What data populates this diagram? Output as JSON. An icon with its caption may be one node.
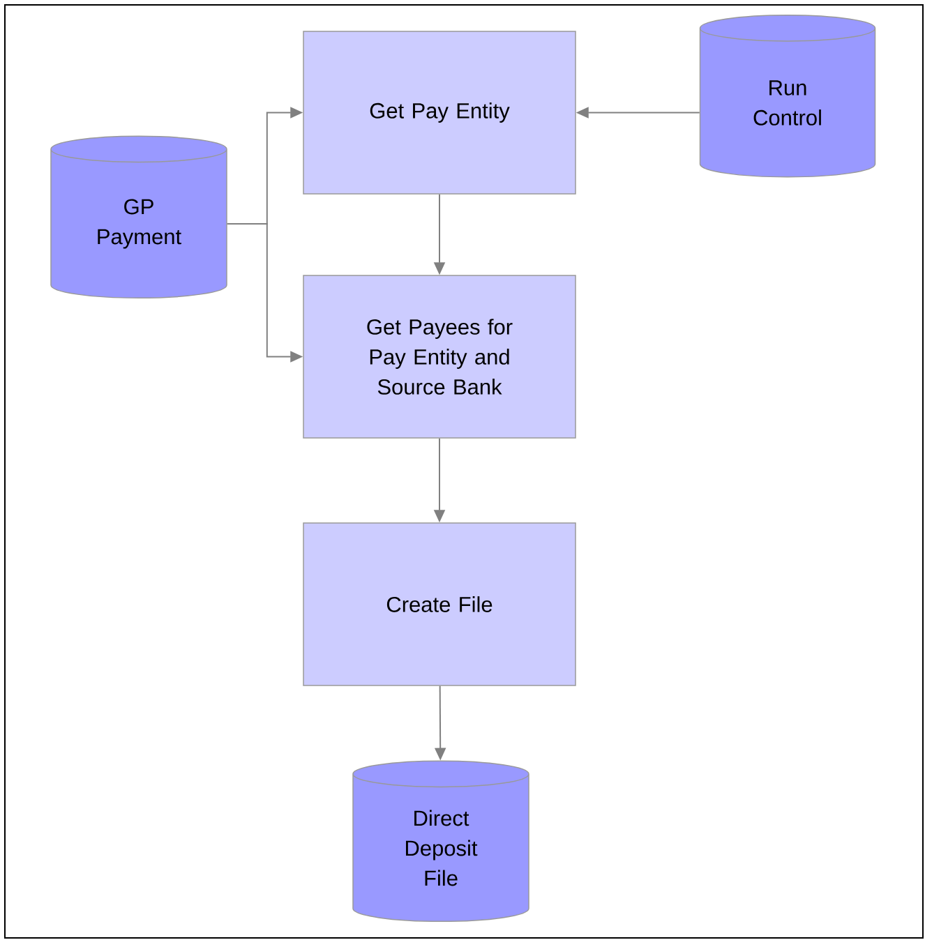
{
  "diagram": {
    "nodes": [
      {
        "text": [
          "GP Payment"
        ]
      },
      {
        "text": [
          "Get Pay Entity"
        ]
      },
      {
        "text": [
          "Run Control"
        ]
      },
      {
        "text": [
          "Get Payees for Pay Entity and Source Bank"
        ]
      },
      {
        "text": [
          "Create File"
        ]
      },
      {
        "text": [
          "Direct Deposit File"
        ]
      }
    ],
    "edges": [
      {
        "from": 0,
        "to": 1,
        "arrow": "to"
      },
      {
        "from": 0,
        "to": 3,
        "arrow": "to"
      },
      {
        "from": 2,
        "to": 1,
        "arrow": "to"
      },
      {
        "from": 1,
        "to": 3,
        "arrow": "to"
      },
      {
        "from": 3,
        "to": 4,
        "arrow": "to"
      },
      {
        "from": 4,
        "to": 5,
        "arrow": "to"
      }
    ]
  }
}
